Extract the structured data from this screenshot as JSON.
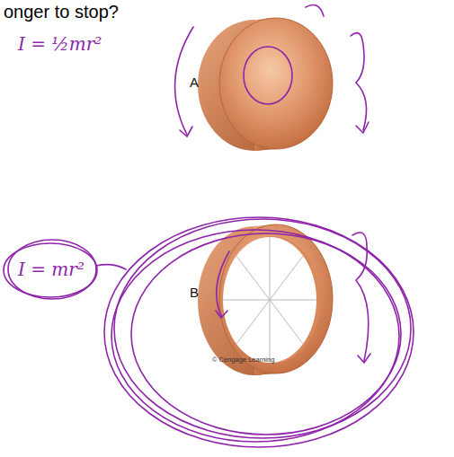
{
  "diagram": {
    "title": "onger to stop?",
    "labels": [
      "I = ½mr²",
      "A",
      "B",
      "I = mr²",
      "© Cengage Learning"
    ]
  }
}
